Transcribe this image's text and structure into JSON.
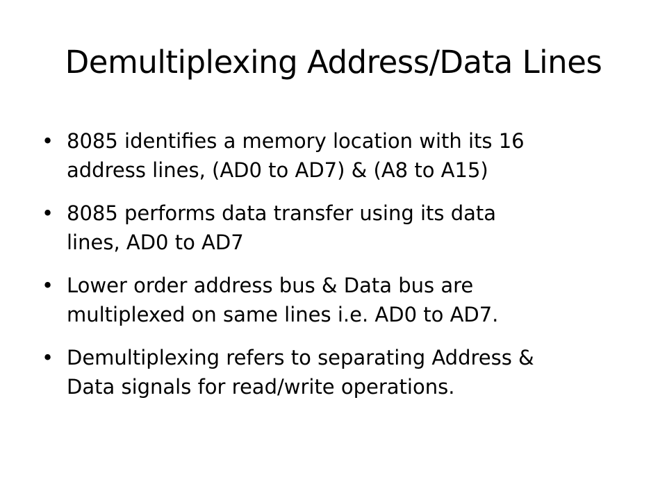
{
  "slide": {
    "title": "Demultiplexing Address/Data Lines",
    "bullets": [
      {
        "lines": [
          "8085 identifies a memory location with its 16",
          "address lines, (AD0 to AD7) & (A8 to A15)"
        ]
      },
      {
        "lines": [
          "8085 performs data transfer using its data",
          "lines, AD0 to AD7"
        ]
      },
      {
        "lines": [
          "Lower order address bus & Data bus are",
          "multiplexed on same lines i.e. AD0 to AD7."
        ]
      },
      {
        "lines": [
          "Demultiplexing refers to separating Address &",
          "Data signals for read/write operations."
        ]
      }
    ],
    "bullet_glyph": "•",
    "colors": {
      "background": "#ffffff",
      "text": "#000000"
    }
  }
}
